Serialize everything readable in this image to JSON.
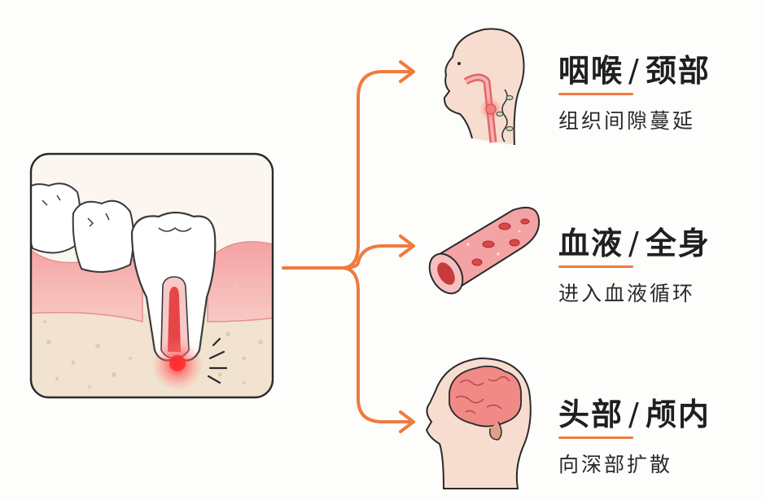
{
  "colors": {
    "arrow": "#ef7b3e",
    "gum": "#f2b7b7",
    "bone": "#f1e6d6",
    "infection": "#e23b3b",
    "ink": "#2a2a2a"
  },
  "icons": {
    "source": "infected-tooth-cross-section-icon",
    "throat": "throat-neck-icon",
    "blood": "blood-vessel-icon",
    "brain": "brain-head-icon"
  },
  "paths": [
    {
      "id": "throat",
      "title_a": "咽喉",
      "separator": "/",
      "title_b": "颈部",
      "subtitle": "组织间隙蔓延"
    },
    {
      "id": "blood",
      "title_a": "血液",
      "separator": "/",
      "title_b": "全身",
      "subtitle": "进入血液循环"
    },
    {
      "id": "brain",
      "title_a": "头部",
      "separator": "/",
      "title_b": "颅内",
      "subtitle": "向深部扩散"
    }
  ]
}
